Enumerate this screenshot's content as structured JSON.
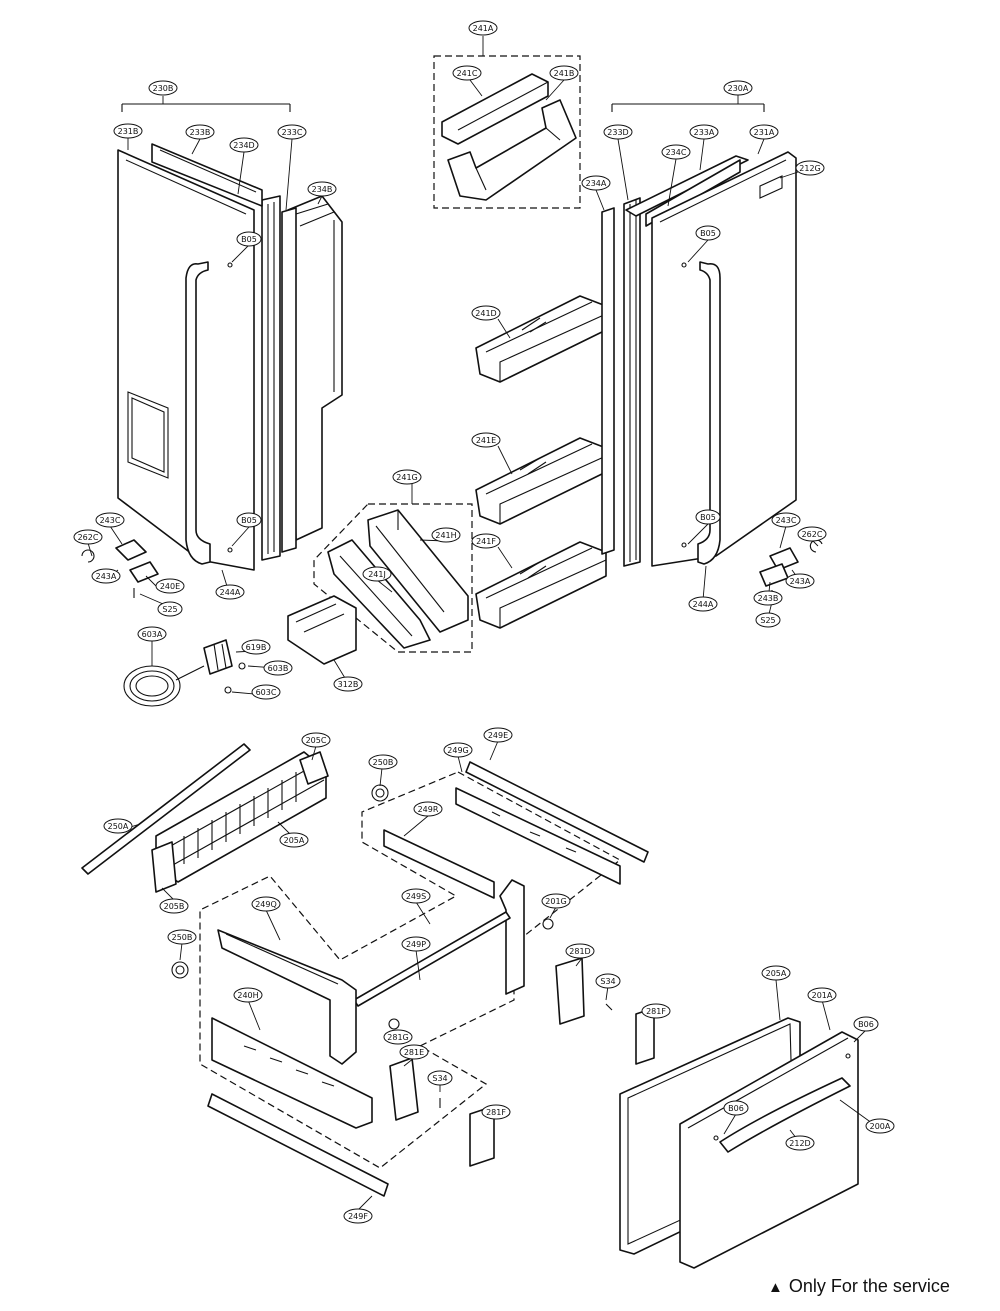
{
  "footnote": {
    "marker": "▲",
    "text": "Only For the service"
  },
  "callouts": {
    "c230B": "230B",
    "c231B": "231B",
    "c233B": "233B",
    "c234D": "234D",
    "c233C": "233C",
    "c234B": "234B",
    "c241A": "241A",
    "c241C": "241C",
    "c241B": "241B",
    "c230A": "230A",
    "c233D": "233D",
    "c233A": "233A",
    "c231A": "231A",
    "c234C": "234C",
    "c212G": "212G",
    "c234A": "234A",
    "cB05a": "B05",
    "cB05b": "B05",
    "cB05c": "B05",
    "cB05d": "B05",
    "c241D": "241D",
    "c241E": "241E",
    "c241F": "241F",
    "c241G": "241G",
    "c241H": "241H",
    "c241J": "241J",
    "c262Ca": "262C",
    "c243Ca": "243C",
    "c243Aa": "243A",
    "c240E": "240E",
    "cS25a": "S25",
    "c244Aa": "244A",
    "c603A": "603A",
    "c619B": "619B",
    "c603B": "603B",
    "c603C": "603C",
    "c312B": "312B",
    "c243Cb": "243C",
    "c262Cb": "262C",
    "c244Ab": "244A",
    "c243B": "243B",
    "c243Ab": "243A",
    "cS25b": "S25",
    "c205C": "205C",
    "c250Ba": "250B",
    "c249G": "249G",
    "c249E": "249E",
    "c250A": "250A",
    "c205A_basket": "205A",
    "c249R": "249R",
    "c205B": "205B",
    "c249Q": "249Q",
    "c249S": "249S",
    "c201G": "201G",
    "c250Bb": "250B",
    "c249P": "249P",
    "c281D": "281D",
    "cS34a": "S34",
    "c240H": "240H",
    "c281G": "281G",
    "c281Fa": "281F",
    "c281E": "281E",
    "cS34b": "S34",
    "c281Fb": "281F",
    "c249F": "249F",
    "c205A": "205A",
    "c201A": "201A",
    "cB06a": "B06",
    "cB06b": "B06",
    "c200A": "200A",
    "c212D": "212D"
  }
}
